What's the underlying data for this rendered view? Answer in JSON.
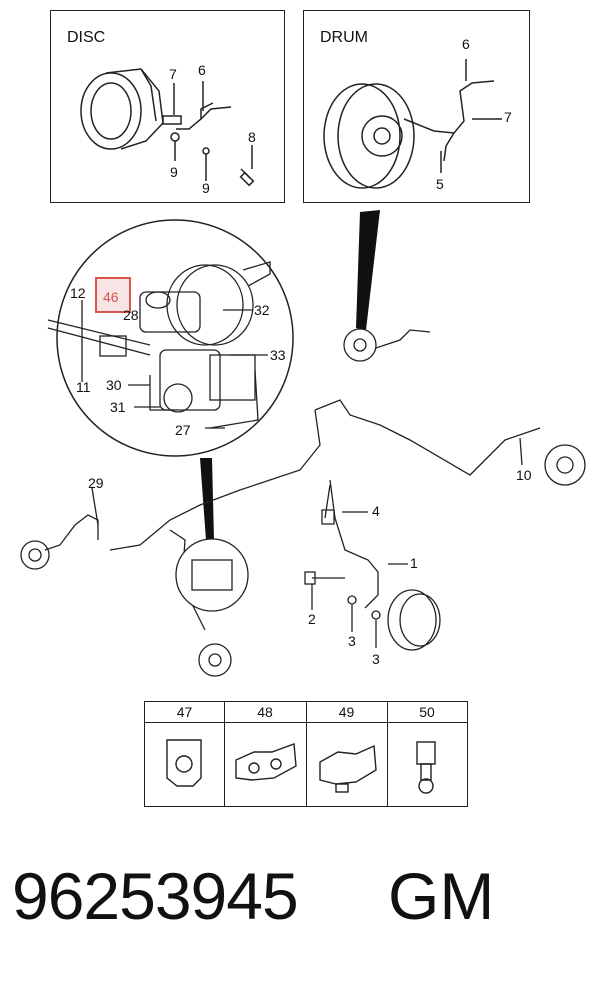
{
  "disc_box": {
    "title": "DISC",
    "callouts": [
      "7",
      "6",
      "8",
      "9",
      "9"
    ]
  },
  "drum_box": {
    "title": "DRUM",
    "callouts": [
      "6",
      "7",
      "5"
    ]
  },
  "zoom_callouts": [
    "12",
    "46",
    "28",
    "32",
    "33",
    "11",
    "30",
    "31",
    "27"
  ],
  "main_callouts": [
    "29",
    "4",
    "1",
    "2",
    "3",
    "3",
    "10"
  ],
  "table": {
    "headers": [
      "47",
      "48",
      "49",
      "50"
    ]
  },
  "footer": {
    "part_number": "96253945",
    "manufacturer": "GM"
  },
  "colors": {
    "highlight_box": "#d9534f",
    "line": "#222222"
  }
}
